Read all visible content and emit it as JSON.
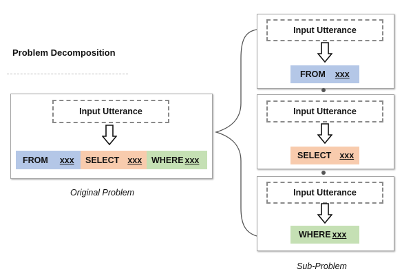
{
  "heading": "Problem Decomposition",
  "original": {
    "input_label": "Input Utterance",
    "segments": [
      {
        "keyword": "FROM",
        "value": "xxx",
        "color": "#b4c7e7"
      },
      {
        "keyword": "SELECT",
        "value": "xxx",
        "color": "#f8cbad"
      },
      {
        "keyword": "WHERE",
        "value": "xxx",
        "color": "#c5e0b4"
      }
    ],
    "caption": "Original Problem"
  },
  "subproblems": [
    {
      "input_label": "Input Utterance",
      "keyword": "FROM",
      "value": "xxx",
      "color": "#b4c7e7"
    },
    {
      "input_label": "Input Utterance",
      "keyword": "SELECT",
      "value": "xxx",
      "color": "#f8cbad"
    },
    {
      "input_label": "Input Utterance",
      "keyword": "WHERE",
      "value": "xxx",
      "color": "#c5e0b4"
    }
  ],
  "sub_caption": "Sub-Problem"
}
